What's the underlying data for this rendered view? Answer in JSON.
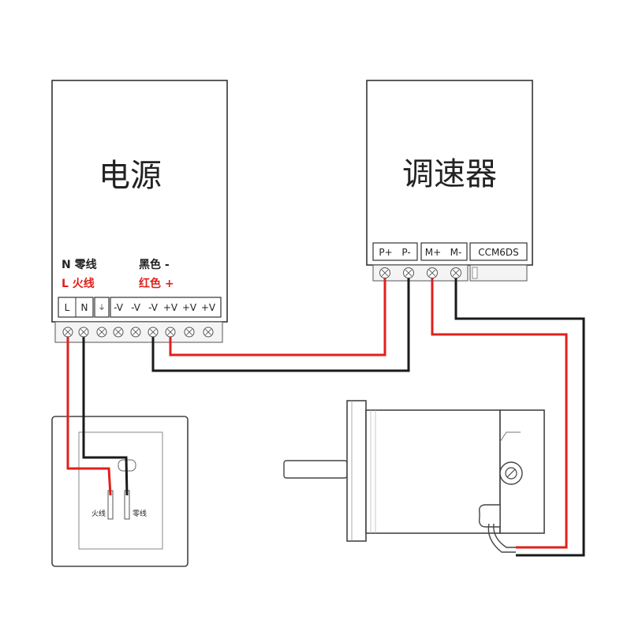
{
  "power_supply": {
    "title": "电源",
    "n_label": "N 零线",
    "l_label": "L 火线",
    "black_label": "黑色 -",
    "red_label": "红色 +",
    "terminals": [
      "L",
      "N",
      "⏚",
      "-V",
      "-V",
      "-V",
      "+V",
      "+V",
      "+V"
    ]
  },
  "controller": {
    "title": "调速器",
    "terminals": [
      "P+",
      "P-",
      "M+",
      "M-",
      "CCM6DS"
    ]
  },
  "socket": {
    "live_label": "火线",
    "neutral_label": "零线"
  },
  "colors": {
    "live_wire": "#e0201c",
    "neutral_wire": "#1a1a1a",
    "outline": "#333333"
  }
}
